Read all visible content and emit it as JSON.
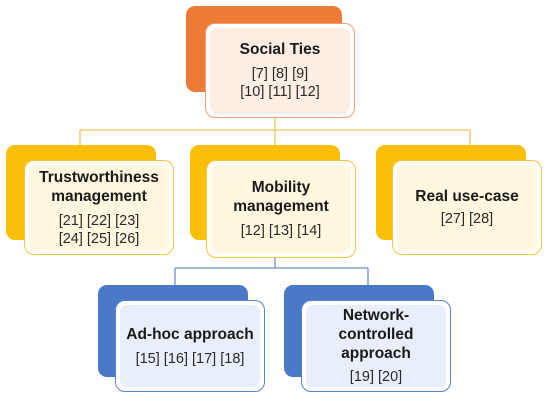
{
  "nodes": {
    "root": {
      "title": "Social Ties",
      "refs": "[7] [8] [9]\n[10] [11] [12]"
    },
    "trust": {
      "title": "Trustworthiness management",
      "refs": "[21] [22] [23]\n[24] [25] [26]"
    },
    "mobility": {
      "title": "Mobility management",
      "refs": "[12] [13] [14]"
    },
    "usecase": {
      "title": "Real use-case",
      "refs": "[27] [28]"
    },
    "adhoc": {
      "title": "Ad-hoc approach",
      "refs": "[15] [16] [17] [18]"
    },
    "network": {
      "title": "Network-controlled approach",
      "refs": "[19] [20]"
    }
  },
  "colors": {
    "root": "#ec7b36",
    "level2": "#fbbf0a",
    "level3": "#4a79c8",
    "connector_top": "#f2c25a",
    "connector_bottom": "#6b8fcf"
  }
}
